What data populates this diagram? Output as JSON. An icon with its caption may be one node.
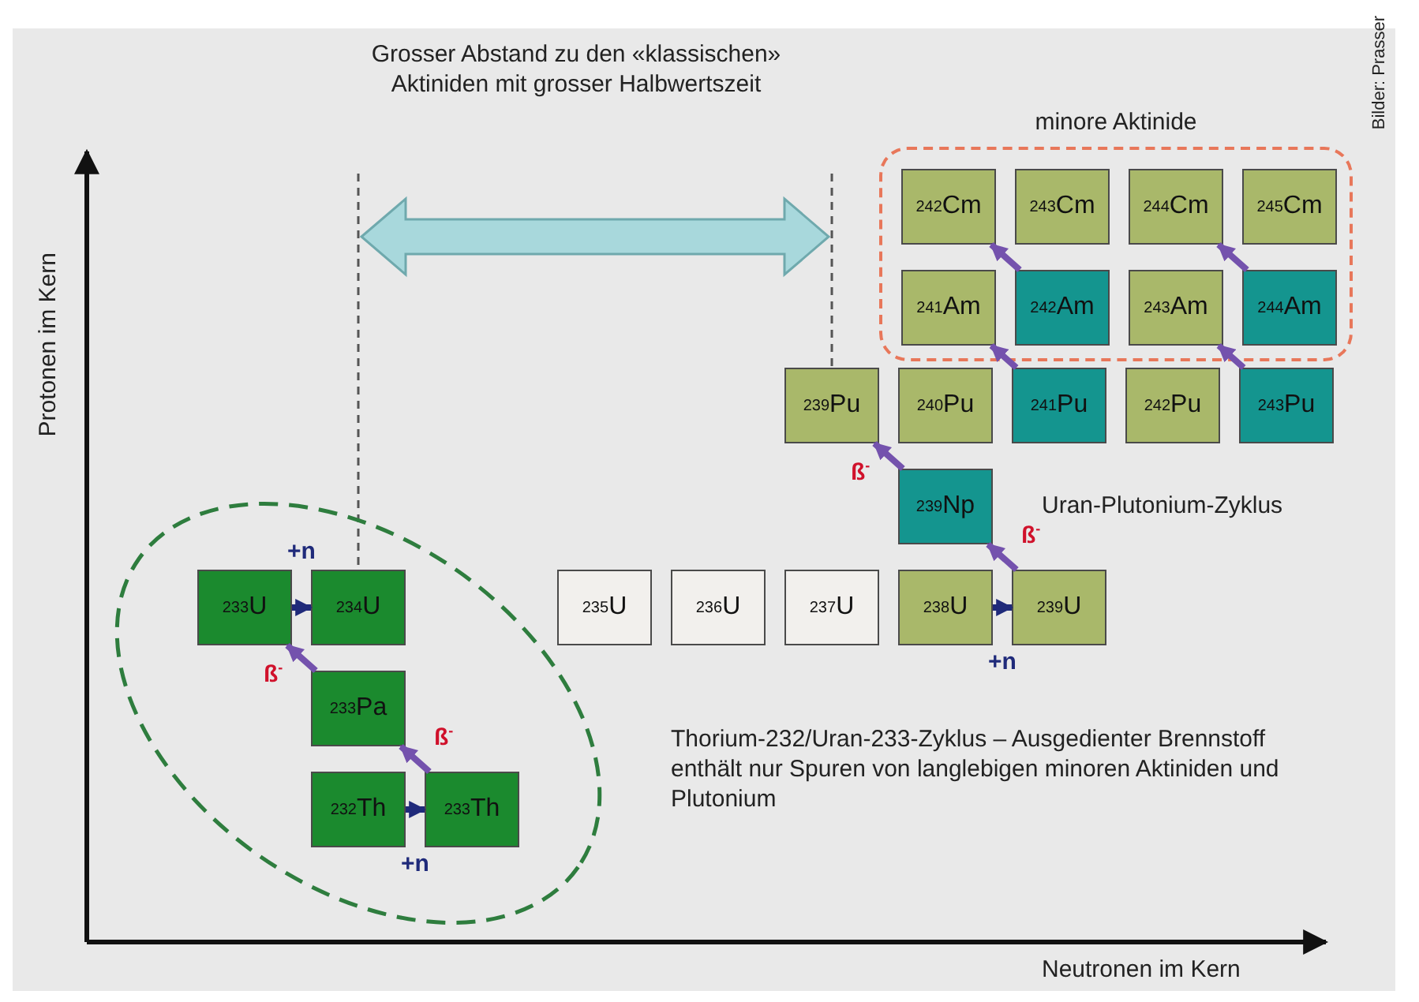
{
  "diagram": {
    "nodes": [
      {
        "text": [
          "minore Aktinide"
        ]
      },
      {
        "text": [
          "$^{242}$Cm"
        ],
        "in": 0
      },
      {
        "text": [
          "$^{243}$Cm"
        ],
        "in": 0
      },
      {
        "text": [
          "$^{244}$Cm"
        ],
        "in": 0
      },
      {
        "text": [
          "$^{245}$Cm"
        ],
        "in": 0
      },
      {
        "text": [
          "$^{241}$Am"
        ],
        "in": 0
      },
      {
        "text": [
          "$^{242}$Am"
        ],
        "in": 0
      },
      {
        "text": [
          "$^{243}$Am"
        ],
        "in": 0
      },
      {
        "text": [
          "$^{244}$Am"
        ],
        "in": 0
      },
      {
        "text": [
          "$^{239}$Pu"
        ]
      },
      {
        "text": [
          "$^{240}$Pu"
        ]
      },
      {
        "text": [
          "$^{241}$Pu"
        ]
      },
      {
        "text": [
          "$^{242}$Pu"
        ]
      },
      {
        "text": [
          "$^{243}$Pu"
        ]
      },
      {
        "text": [
          "$^{239}$Np"
        ]
      },
      {
        "text": [],
        "shape": "circle"
      },
      {
        "text": [
          "$^{233}$U"
        ],
        "in": 15
      },
      {
        "text": [
          "$^{234}$U"
        ],
        "in": 15
      },
      {
        "text": [
          "$^{235}$U"
        ]
      },
      {
        "text": [
          "$^{236}$U"
        ]
      },
      {
        "text": [
          "$^{237}$U"
        ]
      },
      {
        "text": [
          "$^{238}$U"
        ]
      },
      {
        "text": [
          "$^{239}$U"
        ]
      },
      {
        "text": [
          "$^{233}$Pa"
        ],
        "in": 15
      },
      {
        "text": [
          "$^{232}$Th"
        ],
        "in": 15
      },
      {
        "text": [
          "$^{233}$Th"
        ],
        "in": 15
      }
    ],
    "edges": [
      {
        "from": 16,
        "to": 17,
        "arrow": "to",
        "label": "+n",
        "color": "#1f2a7a"
      },
      {
        "from": 21,
        "to": 22,
        "arrow": "to",
        "label": "+n",
        "color": "#1f2a7a"
      },
      {
        "from": 24,
        "to": 25,
        "arrow": "to",
        "label": "+n",
        "color": "#1f2a7a"
      },
      {
        "from": 22,
        "to": 14,
        "arrow": "to",
        "label": "ß$^{-}$"
      },
      {
        "from": 14,
        "to": 9,
        "arrow": "to",
        "label": "ß$^{-}$"
      },
      {
        "from": 25,
        "to": 23,
        "arrow": "to",
        "label": "ß$^{-}$"
      },
      {
        "from": 23,
        "to": 16,
        "arrow": "to",
        "label": "ß$^{-}$"
      },
      {
        "from": 11,
        "to": 5,
        "arrow": "to"
      },
      {
        "from": 6,
        "to": 1,
        "arrow": "to"
      },
      {
        "from": 13,
        "to": 7,
        "arrow": "to"
      },
      {
        "from": 8,
        "to": 3,
        "arrow": "to"
      }
    ],
    "labels": [
      "Grosser Abstand zu den «klassischen» Aktiniden mit grosser Halbwertszeit",
      "Bilder: Prasser",
      "Protonen im Kern",
      "Uran-Plutonium-Zyklus",
      "Thorium-232/Uran-233-Zyklus – Ausgedienter Brennstoff enthält nur Spuren von langlebigen minoren Aktiniden und Plutonium",
      "Neutronen im Kern"
    ]
  }
}
